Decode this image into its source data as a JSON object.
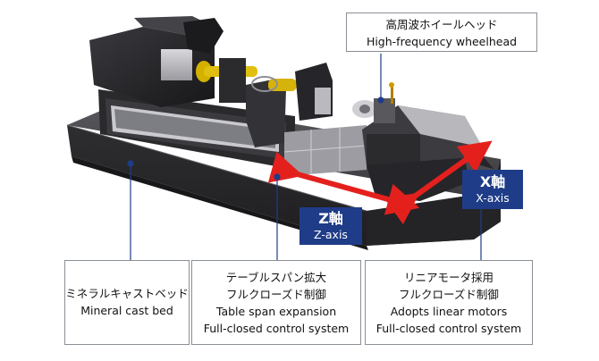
{
  "colors": {
    "axis_box": "#1f3c88",
    "arrow": "#e4201d",
    "leader": "#1f3c88",
    "machine_dark": "#2a2a2c",
    "bed": "#3a3a3c"
  },
  "wheelhead": {
    "label_ja": "高周波ホイールヘッド",
    "label_en": "High-frequency wheelhead"
  },
  "x_axis": {
    "label": "X軸",
    "sub": "X-axis"
  },
  "z_axis": {
    "label": "Z軸",
    "sub": "Z-axis"
  },
  "bed": {
    "label_ja": "ミネラルキャストベッド",
    "label_en": "Mineral cast bed"
  },
  "table": {
    "line1": "テーブルスパン拡大",
    "line2": "フルクローズド制御",
    "line3": "Table span expansion",
    "line4": "Full-closed control system"
  },
  "linear": {
    "line1": "リニアモータ採用",
    "line2": "フルクローズド制御",
    "line3": "Adopts linear motors",
    "line4": "Full-closed control system"
  }
}
